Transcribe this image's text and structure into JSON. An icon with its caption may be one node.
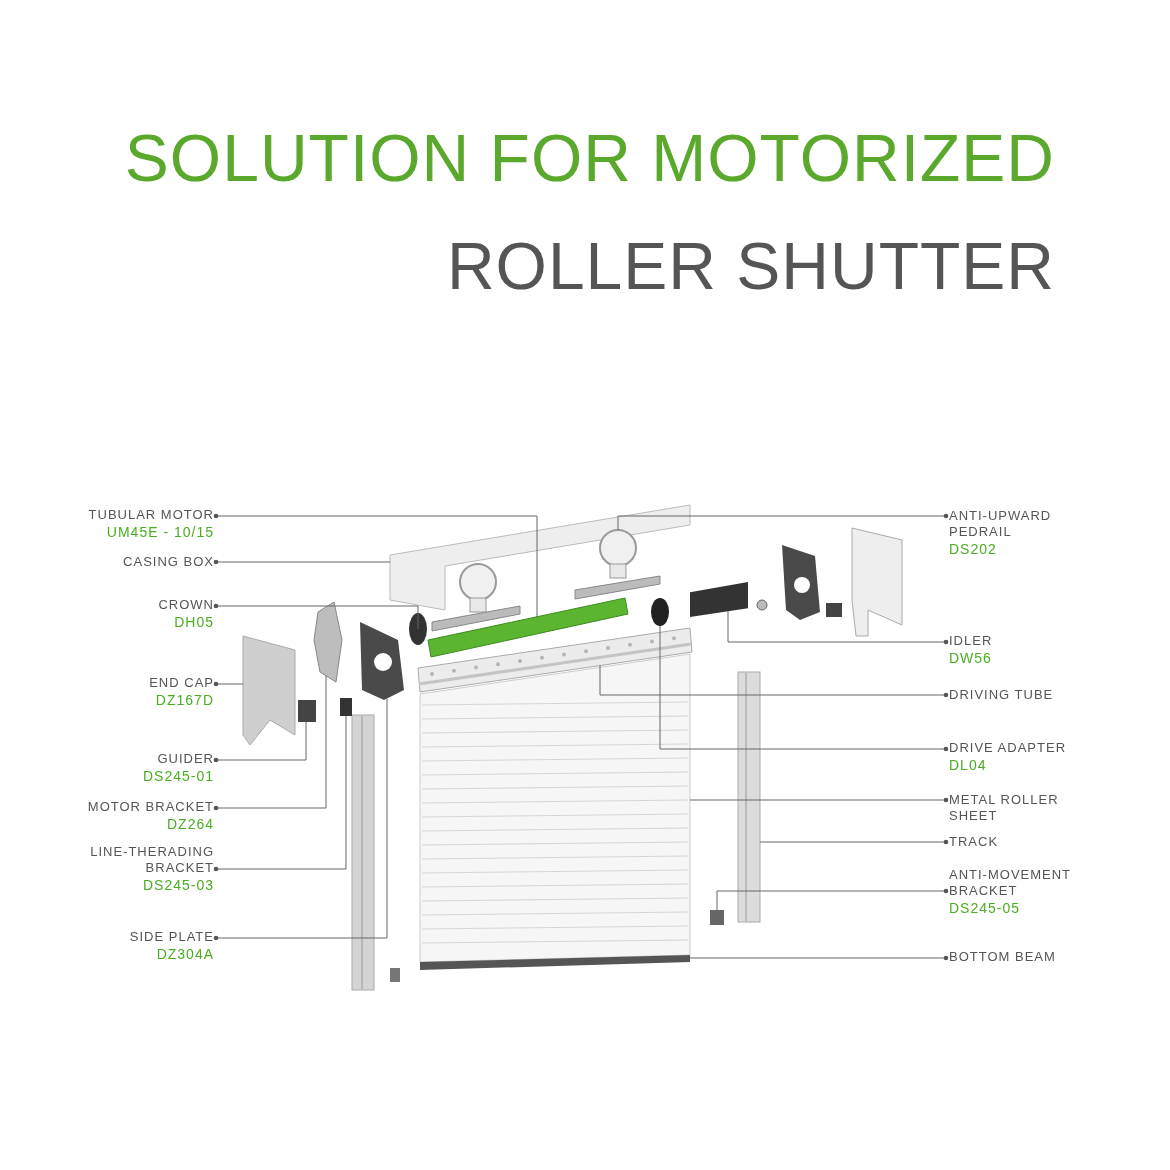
{
  "diagram": {
    "title": "SOLUTION FOR MOTORIZED",
    "nodes": [
      {
        "text": [
          "TUBULAR MOTOR",
          "UM45E - 10/15"
        ]
      },
      {
        "text": [
          "CASING BOX"
        ]
      },
      {
        "text": [
          "CROWN",
          "DH05"
        ]
      },
      {
        "text": [
          "END CAP",
          "DZ167D"
        ]
      },
      {
        "text": [
          "GUIDER",
          "DS245-01"
        ]
      },
      {
        "text": [
          "MOTOR BRACKET",
          "DZ264"
        ]
      },
      {
        "text": [
          "LINE-THERADING BRACKET",
          "DS245-03"
        ]
      },
      {
        "text": [
          "SIDE PLATE",
          "DZ304A"
        ]
      },
      {
        "text": [
          "ANTI-UPWARD PEDRAIL",
          "DS202"
        ]
      },
      {
        "text": [
          "IDLER",
          "DW56"
        ]
      },
      {
        "text": [
          "DRIVING TUBE"
        ]
      },
      {
        "text": [
          "DRIVE ADAPTER",
          "DL04"
        ]
      },
      {
        "text": [
          "METAL ROLLER SHEET"
        ]
      },
      {
        "text": [
          "TRACK"
        ]
      },
      {
        "text": [
          "ANTI-MOVEMENT BRACKET",
          "DS245-05"
        ]
      },
      {
        "text": [
          "BOTTOM BEAM"
        ]
      },
      {
        "text": [],
        "shape": "picture"
      },
      {
        "text": [],
        "shape": "picture"
      },
      {
        "text": [],
        "shape": "circle"
      },
      {
        "text": [],
        "shape": "picture"
      },
      {
        "text": [],
        "shape": "box"
      },
      {
        "text": [],
        "shape": "picture"
      },
      {
        "text": [],
        "shape": "box"
      },
      {
        "text": [],
        "shape": "picture"
      },
      {
        "text": [],
        "shape": "picture"
      },
      {
        "text": [],
        "shape": "cylinder"
      },
      {
        "text": [],
        "shape": "picture"
      },
      {
        "text": [],
        "shape": "circle"
      },
      {
        "text": [],
        "shape": "picture"
      },
      {
        "text": [],
        "shape": "picture"
      },
      {
        "text": [],
        "shape": "box"
      },
      {
        "text": [],
        "shape": "picture"
      }
    ],
    "edges": [
      {
        "from": 0,
        "to": 16,
        "arrow": "other"
      },
      {
        "from": 1,
        "to": 17,
        "arrow": "other"
      },
      {
        "from": 2,
        "to": 18,
        "arrow": "other"
      },
      {
        "from": 3,
        "to": 19,
        "arrow": "other"
      },
      {
        "from": 4,
        "to": 20,
        "arrow": "other"
      },
      {
        "from": 5,
        "to": 21,
        "arrow": "other"
      },
      {
        "from": 6,
        "to": 22,
        "arrow": "other"
      },
      {
        "from": 7,
        "to": 23,
        "arrow": "other"
      },
      {
        "from": 8,
        "to": 24,
        "arrow": "other"
      },
      {
        "from": 9,
        "to": 25,
        "arrow": "other"
      },
      {
        "from": 10,
        "to": 26,
        "arrow": "other"
      },
      {
        "from": 11,
        "to": 27,
        "arrow": "other"
      },
      {
        "from": 12,
        "to": 28,
        "arrow": "other"
      },
      {
        "from": 13,
        "to": 29,
        "arrow": "other"
      },
      {
        "from": 14,
        "to": 30,
        "arrow": "other"
      },
      {
        "from": 15,
        "to": 31,
        "arrow": "other"
      }
    ],
    "labels": [
      "ROLLER SHUTTER"
    ]
  }
}
